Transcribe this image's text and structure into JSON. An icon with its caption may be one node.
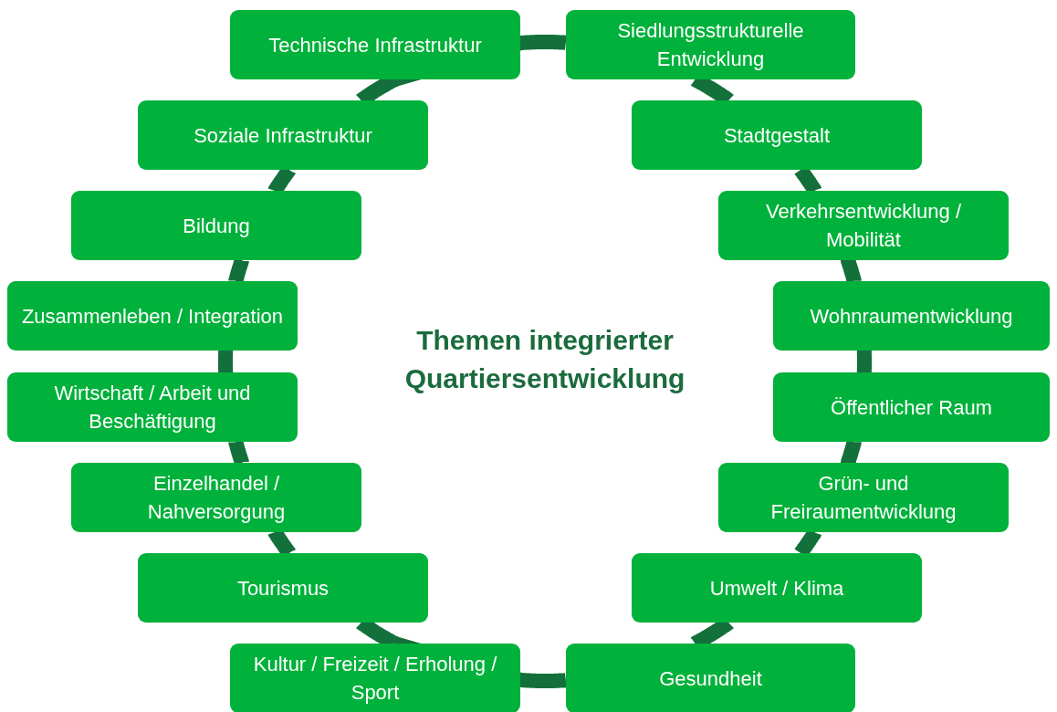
{
  "diagram": {
    "title": "Themen integrierter Quartiersentwicklung",
    "nodes": [
      {
        "text": [
          "Technische Infrastruktur"
        ]
      },
      {
        "text": [
          "Siedlungsstrukturelle Entwicklung"
        ]
      },
      {
        "text": [
          "Soziale Infrastruktur"
        ]
      },
      {
        "text": [
          "Stadtgestalt"
        ]
      },
      {
        "text": [
          "Bildung"
        ]
      },
      {
        "text": [
          "Verkehrsentwicklung / Mobilität"
        ]
      },
      {
        "text": [
          "Zusammenleben / Integration"
        ]
      },
      {
        "text": [
          "Wohnraumentwicklung"
        ]
      },
      {
        "text": [
          "Wirtschaft / Arbeit und Beschäftigung"
        ]
      },
      {
        "text": [
          "Öffentlicher Raum"
        ]
      },
      {
        "text": [
          "Einzelhandel / Nahversorgung"
        ]
      },
      {
        "text": [
          "Grün- und Freiraumentwicklung"
        ]
      },
      {
        "text": [
          "Tourismus"
        ]
      },
      {
        "text": [
          "Umwelt / Klima"
        ]
      },
      {
        "text": [
          "Kultur / Freizeit / Erholung / Sport"
        ]
      },
      {
        "text": [
          "Gesundheit"
        ]
      }
    ],
    "edges": [
      {
        "from": 0,
        "to": 1,
        "arrow": "none"
      },
      {
        "from": 1,
        "to": 3,
        "arrow": "none"
      },
      {
        "from": 3,
        "to": 5,
        "arrow": "none"
      },
      {
        "from": 5,
        "to": 7,
        "arrow": "none"
      },
      {
        "from": 7,
        "to": 9,
        "arrow": "none"
      },
      {
        "from": 9,
        "to": 11,
        "arrow": "none"
      },
      {
        "from": 11,
        "to": 13,
        "arrow": "none"
      },
      {
        "from": 13,
        "to": 15,
        "arrow": "none"
      },
      {
        "from": 15,
        "to": 14,
        "arrow": "none"
      },
      {
        "from": 14,
        "to": 12,
        "arrow": "none"
      },
      {
        "from": 12,
        "to": 10,
        "arrow": "none"
      },
      {
        "from": 10,
        "to": 8,
        "arrow": "none"
      },
      {
        "from": 8,
        "to": 6,
        "arrow": "none"
      },
      {
        "from": 6,
        "to": 4,
        "arrow": "none"
      },
      {
        "from": 4,
        "to": 2,
        "arrow": "none"
      },
      {
        "from": 2,
        "to": 0,
        "arrow": "none"
      }
    ]
  }
}
